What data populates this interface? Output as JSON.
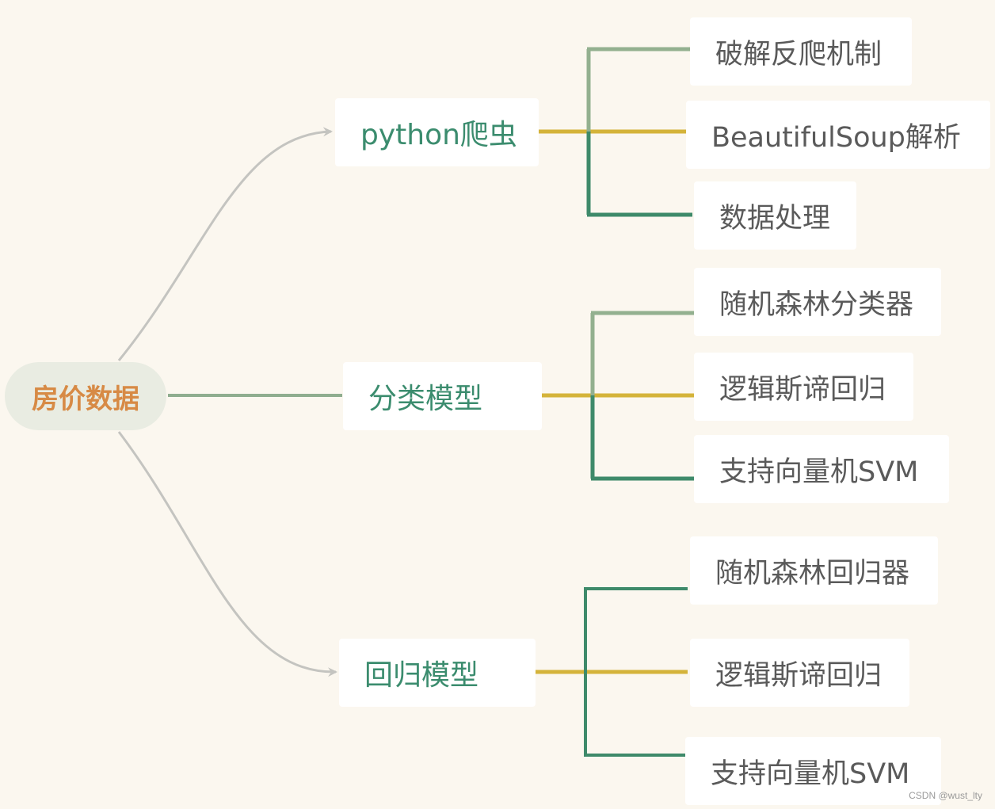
{
  "root": {
    "label": "房价数据"
  },
  "branches": [
    {
      "label": "python爬虫",
      "children": [
        "破解反爬机制",
        "BeautifulSoup解析",
        "数据处理"
      ]
    },
    {
      "label": "分类模型",
      "children": [
        "随机森林分类器",
        "逻辑斯谛回归",
        "支持向量机SVM"
      ]
    },
    {
      "label": "回归模型",
      "children": [
        "随机森林回归器",
        "逻辑斯谛回归",
        "支持向量机SVM"
      ]
    }
  ],
  "watermark": "CSDN @wust_lty",
  "colors": {
    "background": "#fbf7ef",
    "root_fill": "#e9ece2",
    "root_text": "#d78a45",
    "branch_text": "#3b8c6e",
    "leaf_text": "#5a5a5a",
    "curve": "#c4c4c0",
    "root_line": "#8fad8f",
    "leaf_top": "#93b08f",
    "leaf_mid": "#d4b33a",
    "leaf_bottom": "#3e8a6a"
  }
}
